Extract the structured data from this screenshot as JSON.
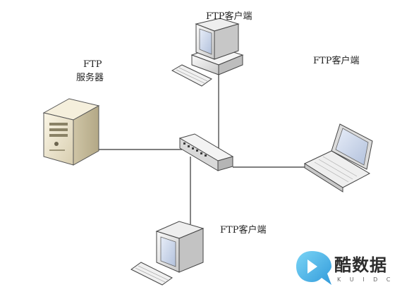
{
  "server": {
    "line1": "FTP",
    "line2": "服务器"
  },
  "clients": [
    {
      "label": "FTP客户端"
    },
    {
      "label": "FTP客户端"
    },
    {
      "label": "FTP客户端"
    }
  ],
  "watermark": {
    "name": "酷数据",
    "sub": "K U I D C"
  },
  "colors": {
    "accent": "#21a9e8",
    "line": "#333333"
  }
}
